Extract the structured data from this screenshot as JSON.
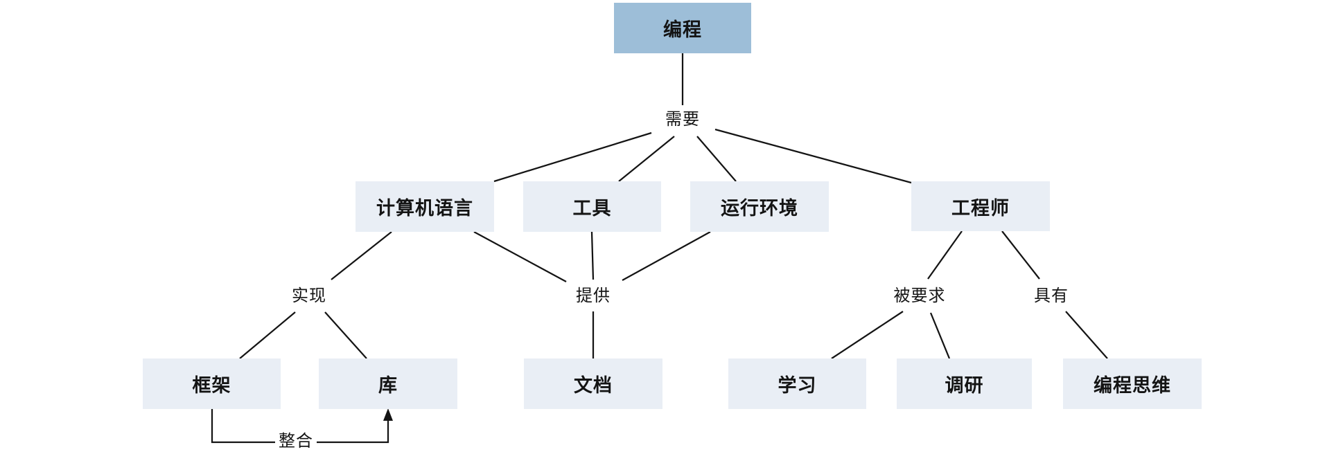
{
  "colors": {
    "background": "#ffffff",
    "root_fill": "#9dbed8",
    "node_fill": "#e9eef5",
    "line": "#141414",
    "text": "#141414"
  },
  "nodes": {
    "programming": {
      "label": "编程"
    },
    "computer_language": {
      "label": "计算机语言"
    },
    "tools": {
      "label": "工具"
    },
    "runtime_environment": {
      "label": "运行环境"
    },
    "engineer": {
      "label": "工程师"
    },
    "framework": {
      "label": "框架"
    },
    "library": {
      "label": "库"
    },
    "documentation": {
      "label": "文档"
    },
    "learning": {
      "label": "学习"
    },
    "research": {
      "label": "调研"
    },
    "programming_mindset": {
      "label": "编程思维"
    }
  },
  "relations": {
    "needs": {
      "label": "需要"
    },
    "implements": {
      "label": "实现"
    },
    "provides": {
      "label": "提供"
    },
    "required_to": {
      "label": "被要求"
    },
    "has": {
      "label": "具有"
    },
    "integrates": {
      "label": "整合"
    }
  },
  "edges": [
    {
      "from": "programming",
      "relation": "needs",
      "to": "computer_language"
    },
    {
      "from": "programming",
      "relation": "needs",
      "to": "tools"
    },
    {
      "from": "programming",
      "relation": "needs",
      "to": "runtime_environment"
    },
    {
      "from": "programming",
      "relation": "needs",
      "to": "engineer"
    },
    {
      "from": "computer_language",
      "relation": "implements",
      "to": "framework"
    },
    {
      "from": "computer_language",
      "relation": "implements",
      "to": "library"
    },
    {
      "from": "computer_language",
      "relation": "provides",
      "to": "documentation"
    },
    {
      "from": "tools",
      "relation": "provides",
      "to": "documentation"
    },
    {
      "from": "runtime_environment",
      "relation": "provides",
      "to": "documentation"
    },
    {
      "from": "engineer",
      "relation": "required_to",
      "to": "learning"
    },
    {
      "from": "engineer",
      "relation": "required_to",
      "to": "research"
    },
    {
      "from": "engineer",
      "relation": "has",
      "to": "programming_mindset"
    },
    {
      "from": "framework",
      "relation": "integrates",
      "to": "library",
      "arrow": true
    }
  ]
}
